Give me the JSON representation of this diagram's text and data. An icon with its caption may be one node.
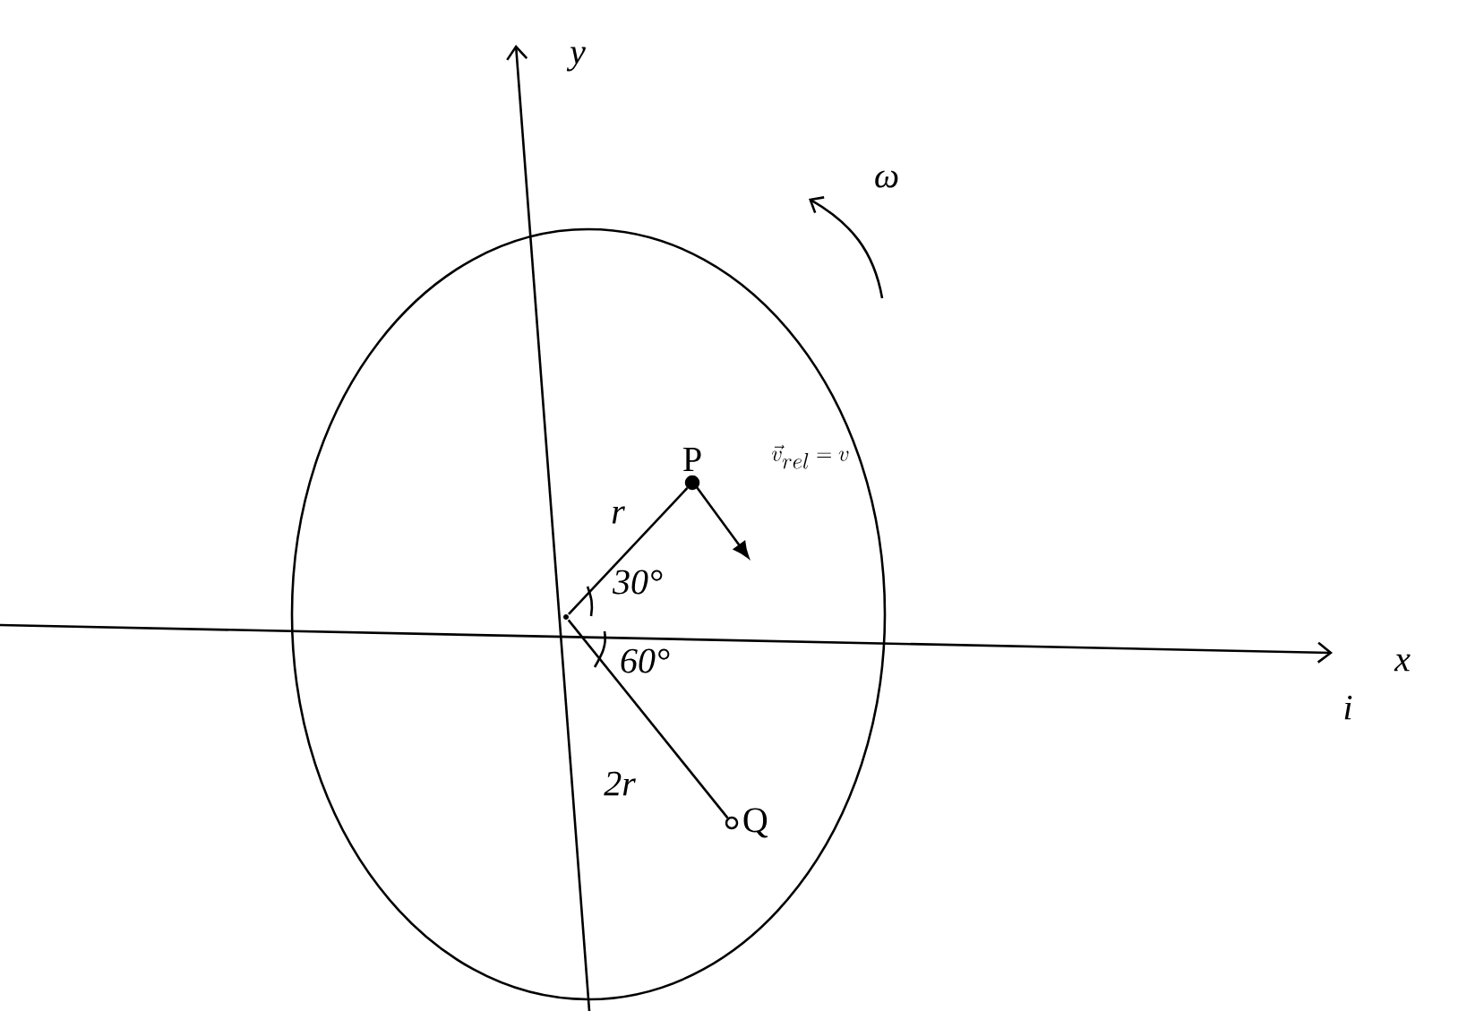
{
  "diagram": {
    "nodes": [
      {
        "text": [],
        "shape": "point"
      },
      {
        "text": [
          "P"
        ]
      },
      {
        "text": [
          "Q"
        ]
      }
    ],
    "edges": [
      {
        "from": 0,
        "to": 1,
        "arrow": "none",
        "label": "r"
      },
      {
        "from": 0,
        "to": 2,
        "arrow": "none",
        "label": "2r"
      }
    ],
    "labels": [
      "y",
      "x",
      "i",
      "ω",
      "\\vec{v}_{rel} = v",
      "30°",
      "60°"
    ]
  }
}
